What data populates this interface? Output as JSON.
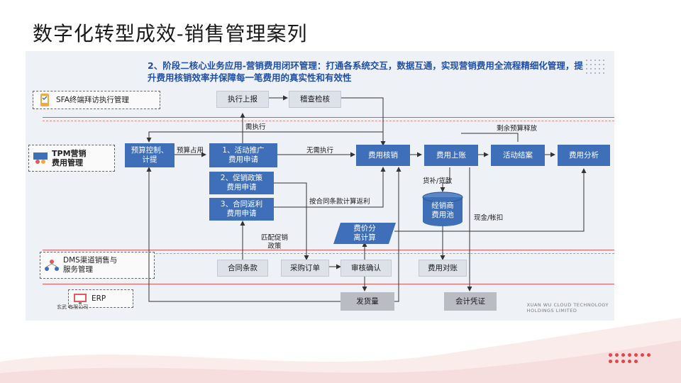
{
  "title": "数字化转型成效-销售管理案列",
  "headline": "2、阶段二核心业务应用-营销费用闭环管理：打通各系统交互，数据互通，实现营销费用全流程精细化管理，提升费用核销效率并保障每一笔费用的真实性和有效性",
  "lanes": {
    "sfa": "SFA终端拜访执行管理",
    "tpm_line1": "TPM营销",
    "tpm_line2": "费用管理",
    "dms_line1": "DMS渠道销售与",
    "dms_line2": "服务管理",
    "erp": "ERP"
  },
  "nodes": {
    "exec_report": "执行上报",
    "audit_check": "稽查检核",
    "budget_line1": "预算控制、",
    "budget_line2": "计提",
    "activity_line1": "1、活动推广",
    "activity_line2": "费用申请",
    "promo_line1": "2、促销政策",
    "promo_line2": "费用申请",
    "rebate_line1": "3、合同返利",
    "rebate_line2": "费用申请",
    "verify": "费用核销",
    "post": "费用上账",
    "closing": "活动结案",
    "analysis": "费用分析",
    "pool_line1": "经销商",
    "pool_line2": "费用池",
    "price_line1": "费价分",
    "price_line2": "离计算",
    "contract": "合同条款",
    "purchase": "采购订单",
    "review": "审核确认",
    "reconcile": "费用对账",
    "shipment": "发货量",
    "voucher": "会计凭证"
  },
  "edge_labels": {
    "need_exec": "需执行",
    "budget_use": "预算占用",
    "no_exec": "无需执行",
    "remaining": "剩余预算释放",
    "goods": "货补/货款",
    "calc_rebate": "按合同条款计算返利",
    "match_line1": "匹配促销",
    "match_line2": "政策",
    "cash": "现金/帐扣"
  },
  "footer": {
    "company_line1": "XUAN WU CLOUD TECHNOLOGY",
    "company_line2": "HOLDINGS LIMITED",
    "erp_logo_line1": "玄武",
    "erp_logo_line2": "有限公司"
  },
  "colors": {
    "node_blue": "#3f6fb8",
    "headline_blue": "#1f4fa8",
    "lane_red": "#e05a5a",
    "accent_red": "#e54545"
  }
}
